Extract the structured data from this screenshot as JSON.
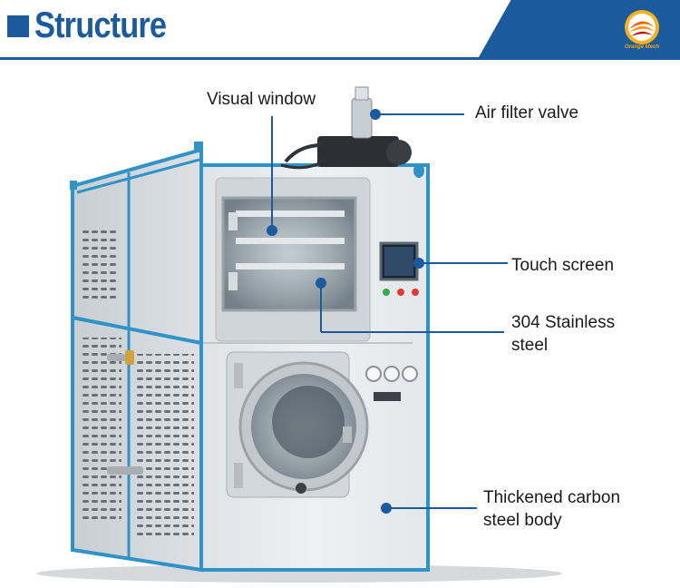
{
  "header": {
    "title": "Structure",
    "logo_text": "Orange Mech",
    "colors": {
      "brand_blue": "#1c5a9e",
      "logo_orange": "#f2a51a"
    }
  },
  "callouts": {
    "visual_window": "Visual window",
    "air_filter_valve": "Air filter valve",
    "touch_screen": "Touch screen",
    "stainless_line1": "304 Stainless",
    "stainless_line2": "steel",
    "carbon_line1": "Thickened carbon",
    "carbon_line2": "steel body"
  },
  "colors": {
    "frame_blue": "#2f93c8",
    "callout_blue": "#1c5a9e",
    "body_gray": "#e9ecef"
  }
}
